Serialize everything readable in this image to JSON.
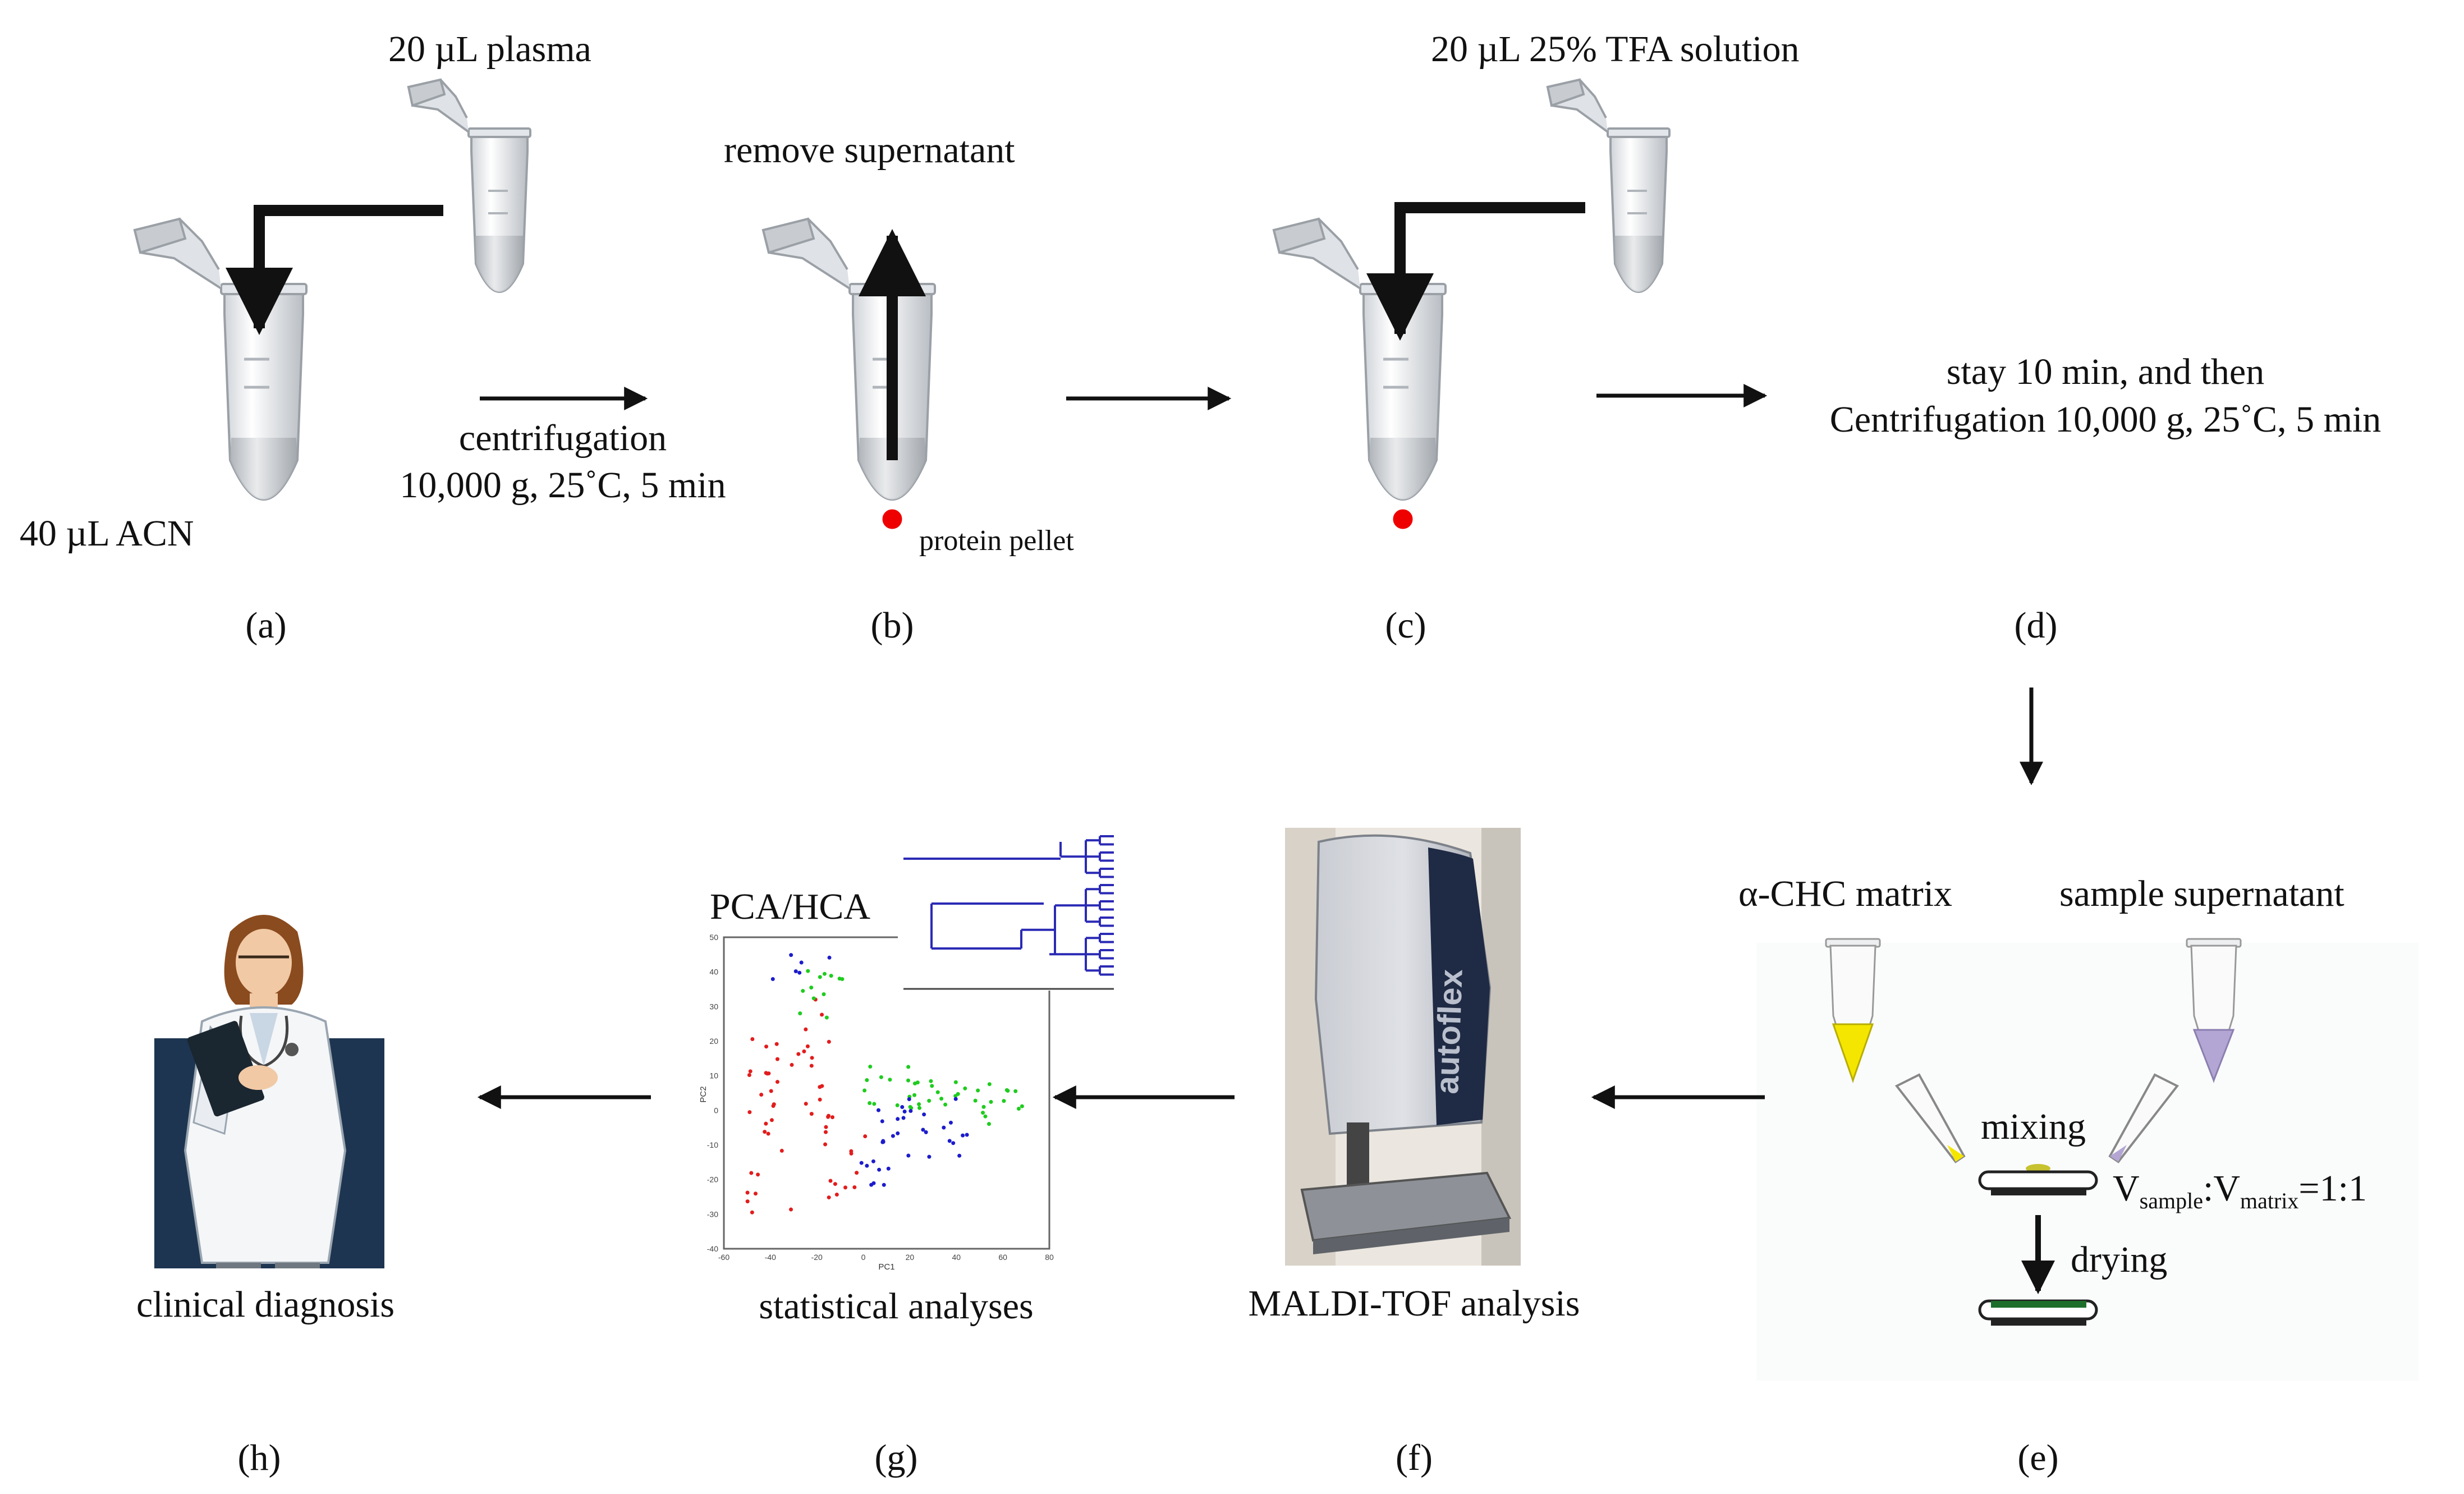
{
  "step_a": {
    "plasma": "20 µL plasma",
    "acn": "40 µL ACN",
    "centrifugation": "centrifugation",
    "centrifugation_params": "10,000 g, 25˚C, 5 min",
    "panel": "(a)"
  },
  "step_b": {
    "remove": "remove supernatant",
    "pellet": "protein pellet",
    "panel": "(b)"
  },
  "step_c": {
    "tfa": "20 µL 25% TFA solution",
    "panel": "(c)"
  },
  "step_d": {
    "line1": "stay 10 min, and then",
    "line2": "Centrifugation 10,000 g, 25˚C, 5 min",
    "panel": "(d)"
  },
  "step_e": {
    "matrix": "α-CHC matrix",
    "supernatant": "sample supernatant",
    "mixing": "mixing",
    "drying": "drying",
    "ratio_v1": "V",
    "ratio_sub1": "sample",
    "ratio_colon": ":V",
    "ratio_sub2": "matrix",
    "ratio_val": "=1:1",
    "panel": "(e)"
  },
  "step_f": {
    "caption": "MALDI-TOF analysis",
    "brand": "autoflex",
    "panel": "(f)"
  },
  "step_g": {
    "title": "PCA/HCA",
    "caption": "statistical analyses",
    "panel": "(g)",
    "x_ticks": [
      "-60",
      "-40",
      "-20",
      "0",
      "20",
      "40",
      "60",
      "80"
    ],
    "y_ticks": [
      "50",
      "40",
      "30",
      "20",
      "10",
      "0",
      "-10",
      "-20",
      "-30",
      "-40"
    ],
    "xlabel": "PC1",
    "ylabel": "PC2"
  },
  "step_h": {
    "caption": "clinical diagnosis",
    "panel": "(h)"
  },
  "colors": {
    "arrow": "#111111",
    "pellet": "#ee0000",
    "matrix_yellow": "#f4e600",
    "sample_purple": "#b3a6d4",
    "tree_blue": "#2a2ab5",
    "pca_red": "#e21d1d",
    "pca_green": "#1fcc1f",
    "pca_blue": "#1c1ccc",
    "doctor_bg": "#1d3550",
    "spot_green": "#1c6e2a"
  }
}
